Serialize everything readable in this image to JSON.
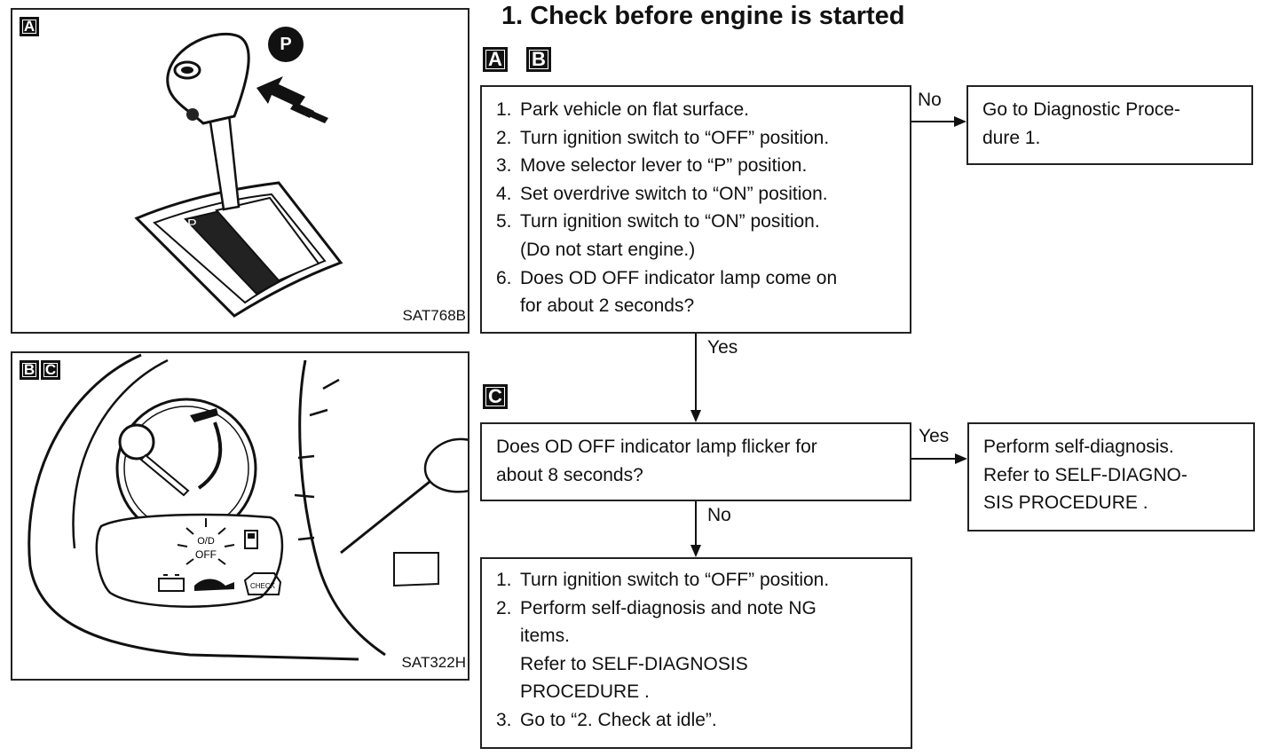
{
  "title": "1.   Check before engine is started",
  "figures": {
    "figA": {
      "tag": "A",
      "code": "SAT768B",
      "p_badge": "P"
    },
    "figBC": {
      "tags": [
        "B",
        "C"
      ],
      "code": "SAT322H",
      "indicator_top": "O/D",
      "indicator_bottom": "OFF",
      "check_label": "CHECK"
    }
  },
  "section_tags": {
    "ab": [
      "A",
      "B"
    ],
    "c": "C"
  },
  "box1": {
    "items": [
      {
        "num": "1.",
        "text": "Park vehicle on flat surface."
      },
      {
        "num": "2.",
        "text": "Turn ignition switch to “OFF” position."
      },
      {
        "num": "3.",
        "text": "Move selector lever to “P” position."
      },
      {
        "num": "4.",
        "text": "Set overdrive switch to “ON” position."
      },
      {
        "num": "5.",
        "text": "Turn ignition switch to “ON” position.",
        "cont": "(Do not start engine.)"
      },
      {
        "num": "6.",
        "text": "Does OD OFF indicator lamp come on",
        "cont": "for about 2 seconds?"
      }
    ]
  },
  "box_no1": {
    "line1": "Go to Diagnostic Proce-",
    "line2": "dure 1."
  },
  "box2": {
    "line1": "Does OD OFF indicator lamp flicker for",
    "line2": "about 8 seconds?"
  },
  "box_yes2": {
    "line1": "Perform self-diagnosis.",
    "line2": "Refer to SELF-DIAGNO-",
    "line3": "SIS PROCEDURE ."
  },
  "box3": {
    "items": [
      {
        "num": "1.",
        "text": "Turn ignition switch to “OFF” position."
      },
      {
        "num": "2.",
        "text": "Perform self-diagnosis and note NG",
        "cont": [
          "items.",
          "Refer to SELF-DIAGNOSIS",
          "PROCEDURE ."
        ]
      },
      {
        "num": "3.",
        "text": "Go to “2. Check at idle”."
      }
    ]
  },
  "arrow_labels": {
    "no1": "No",
    "yes1": "Yes",
    "yes2": "Yes",
    "no2": "No"
  }
}
